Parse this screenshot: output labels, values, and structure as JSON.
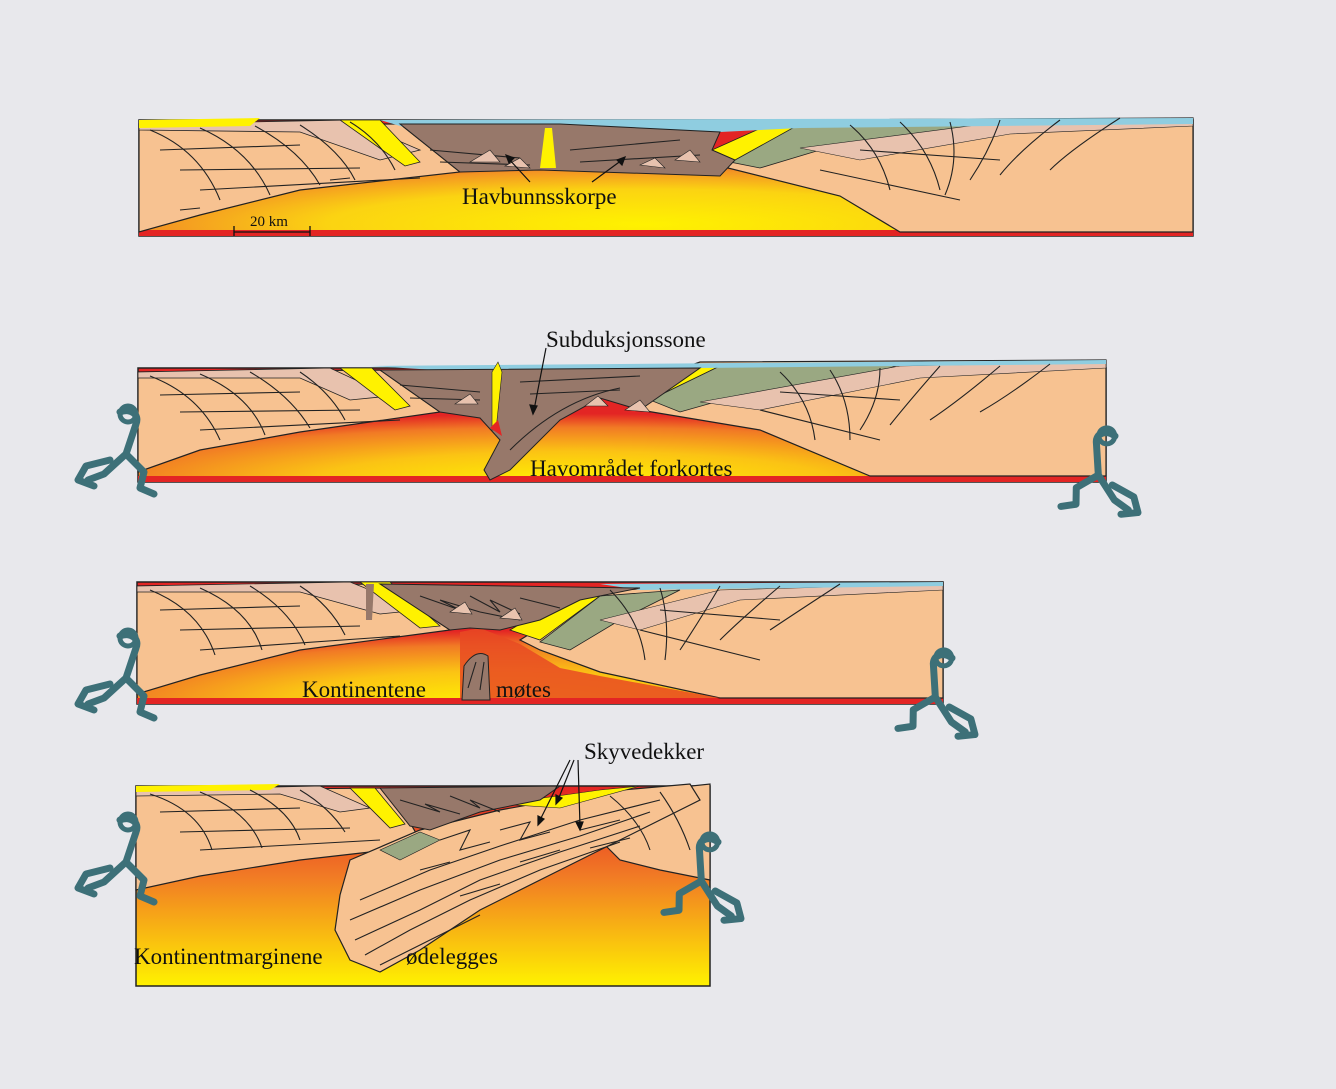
{
  "panels": [
    {
      "label": "Havbunnsskorpe",
      "scale": "20 km"
    },
    {
      "label": "Havområdet forkortes",
      "callout": "Subduksjonssone"
    },
    {
      "label_left": "Kontinentene",
      "label_right": "møtes"
    },
    {
      "label_left": "Kontinentmarginene",
      "label_right": "ødelegges",
      "callout": "Skyvedekker"
    }
  ],
  "colors": {
    "background": "#e8e8ec",
    "crust": "#f7c291",
    "sediment_pink": "#e8c2ae",
    "sediment_yellow": "#fff200",
    "sediment_green": "#9aa882",
    "ocean_crust": "#97786a",
    "sea": "#8fcde0",
    "mantle_hot": "#e32524",
    "mantle_warm": "#fbd312",
    "figure": "#3d7078"
  }
}
